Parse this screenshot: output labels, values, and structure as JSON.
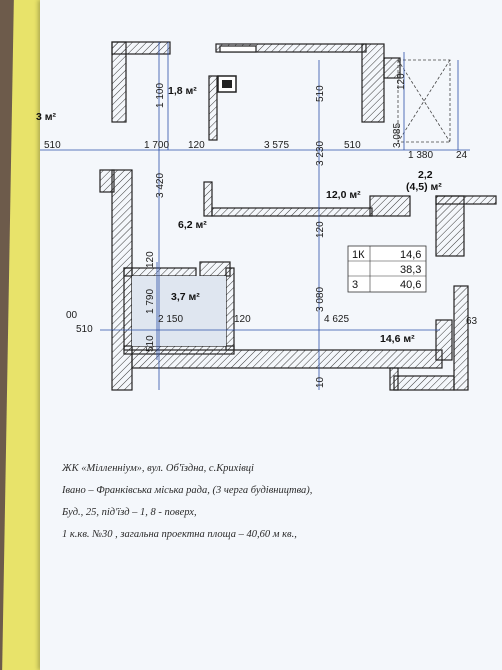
{
  "rooms": {
    "r1": "1,8 м²",
    "r2": "6,2 м²",
    "r3": "12,0 м²",
    "r4": "3,7 м²",
    "r5": "14,6 м²",
    "r6": "2,2",
    "r6b": "(4,5) м²",
    "left_cut": "3 м²"
  },
  "dims": {
    "d510a": "510",
    "d1700": "1 700",
    "d120a": "120",
    "d3575": "3 575",
    "d510b": "510",
    "d1380": "1 380",
    "d24": "24",
    "d1100": "1 100",
    "d510v": "510",
    "d120v": "120",
    "d3230": "3 230",
    "d3085": "3 085",
    "d3420": "3 420",
    "d120c": "120",
    "d1790": "1 790",
    "d3080": "3 080",
    "d2150": "2 150",
    "d120d": "120",
    "d4625": "4 625",
    "d510c": "510",
    "d510d": "510",
    "d00": "00",
    "d63": "63",
    "d10": "10"
  },
  "summary": {
    "rows": [
      [
        "1К",
        "14,6"
      ],
      [
        "",
        "38,3"
      ],
      [
        "3",
        "40,6"
      ]
    ]
  },
  "caption": {
    "line1": "ЖК «Мілленніум», вул. Об'їздна, с.Крихівці",
    "line2": "Івано – Франківська міська рада,  (3 черга будівництва),",
    "line3": "Буд., 25, під'їзд – 1,   8 - поверх,",
    "line4": "1 к.кв. №30 ,  загальна  проектна площа  –  40,60 м кв.,"
  },
  "colors": {
    "wall_hatch": "#3a3a3a",
    "dimension": "#2b4fa8",
    "paper": "#f4f7fb",
    "folder": "#e8e36a"
  }
}
